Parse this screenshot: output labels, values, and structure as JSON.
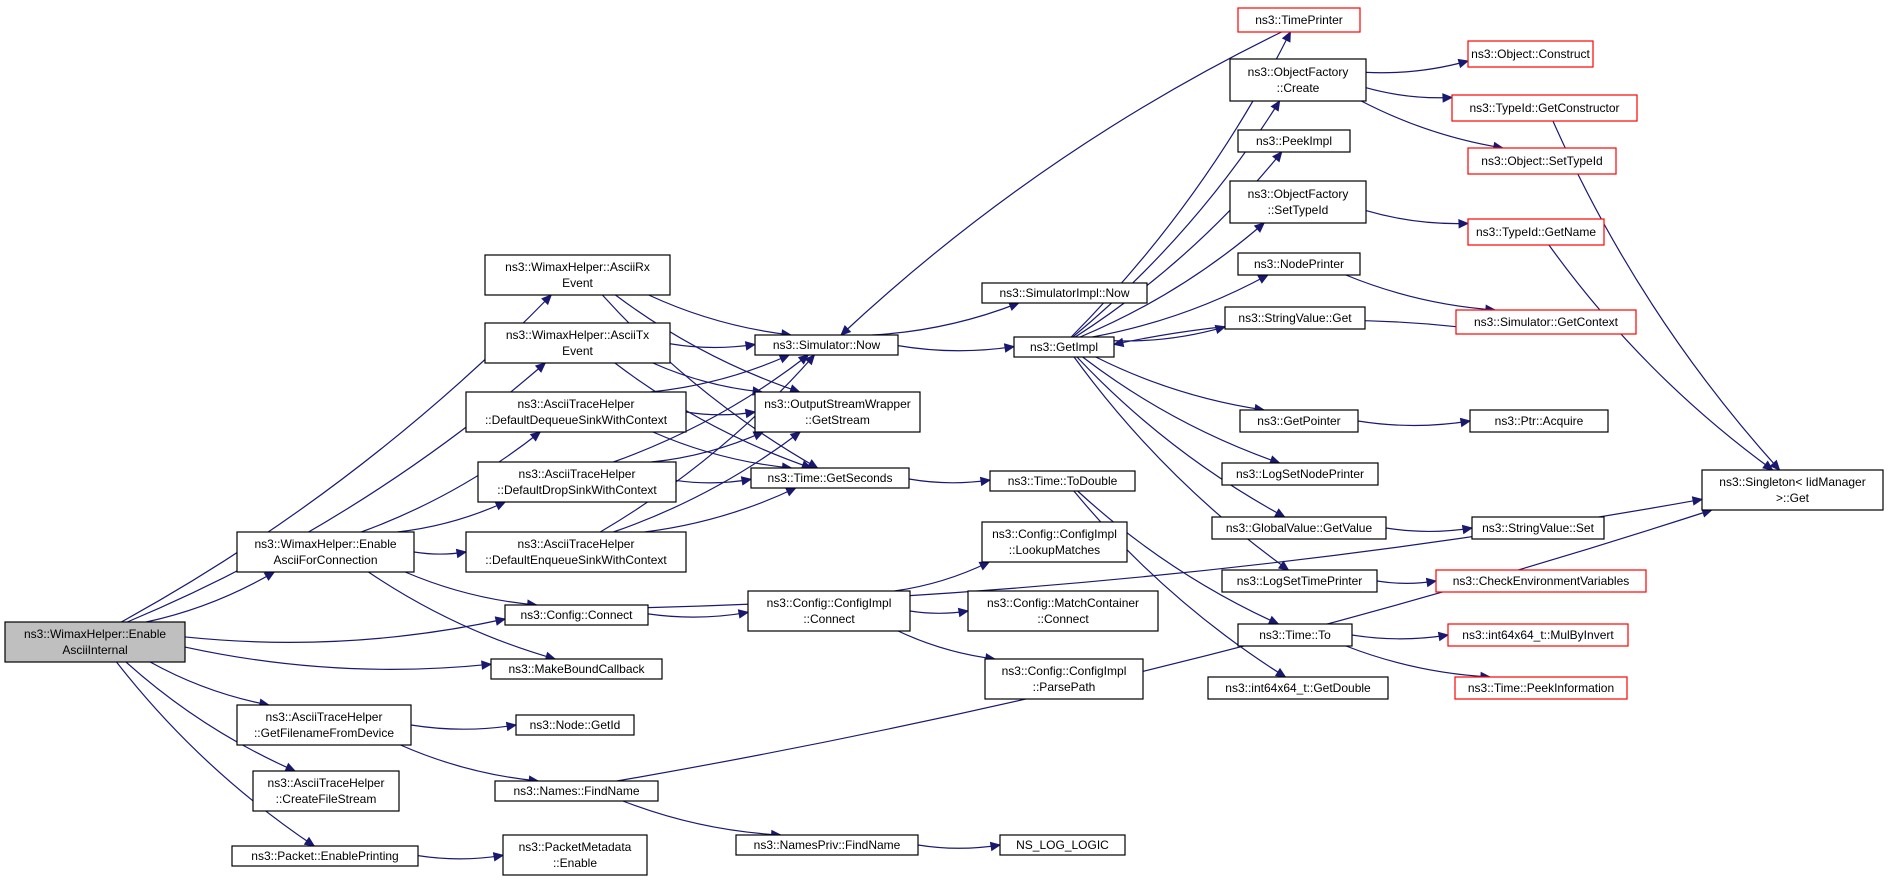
{
  "diagram": {
    "nodes": [
      {
        "id": "root",
        "lines": [
          "ns3::WimaxHelper::Enable",
          "AsciiInternal"
        ],
        "style": "root"
      },
      {
        "id": "rxevent",
        "lines": [
          "ns3::WimaxHelper::AsciiRx",
          "Event"
        ],
        "style": "normal"
      },
      {
        "id": "txevent",
        "lines": [
          "ns3::WimaxHelper::AsciiTx",
          "Event"
        ],
        "style": "normal"
      },
      {
        "id": "dequeue",
        "lines": [
          "ns3::AsciiTraceHelper",
          "::DefaultDequeueSinkWithContext"
        ],
        "style": "normal"
      },
      {
        "id": "drop",
        "lines": [
          "ns3::AsciiTraceHelper",
          "::DefaultDropSinkWithContext"
        ],
        "style": "normal"
      },
      {
        "id": "enableconn",
        "lines": [
          "ns3::WimaxHelper::Enable",
          "AsciiForConnection"
        ],
        "style": "normal"
      },
      {
        "id": "enqueue",
        "lines": [
          "ns3::AsciiTraceHelper",
          "::DefaultEnqueueSinkWithContext"
        ],
        "style": "normal"
      },
      {
        "id": "connect",
        "lines": [
          "ns3::Config::Connect"
        ],
        "style": "normal"
      },
      {
        "id": "makebound",
        "lines": [
          "ns3::MakeBoundCallback"
        ],
        "style": "normal"
      },
      {
        "id": "getfilename",
        "lines": [
          "ns3::AsciiTraceHelper",
          "::GetFilenameFromDevice"
        ],
        "style": "normal"
      },
      {
        "id": "createfile",
        "lines": [
          "ns3::AsciiTraceHelper",
          "::CreateFileStream"
        ],
        "style": "normal"
      },
      {
        "id": "enableprinting",
        "lines": [
          "ns3::Packet::EnablePrinting"
        ],
        "style": "normal"
      },
      {
        "id": "now",
        "lines": [
          "ns3::Simulator::Now"
        ],
        "style": "normal"
      },
      {
        "id": "getstream",
        "lines": [
          "ns3::OutputStreamWrapper",
          "::GetStream"
        ],
        "style": "normal"
      },
      {
        "id": "getseconds",
        "lines": [
          "ns3::Time::GetSeconds"
        ],
        "style": "normal"
      },
      {
        "id": "getid",
        "lines": [
          "ns3::Node::GetId"
        ],
        "style": "normal"
      },
      {
        "id": "findname",
        "lines": [
          "ns3::Names::FindName"
        ],
        "style": "normal"
      },
      {
        "id": "metaenable",
        "lines": [
          "ns3::PacketMetadata",
          "::Enable"
        ],
        "style": "normal"
      },
      {
        "id": "implnow",
        "lines": [
          "ns3::SimulatorImpl::Now"
        ],
        "style": "normal"
      },
      {
        "id": "getimpl",
        "lines": [
          "ns3::GetImpl"
        ],
        "style": "normal"
      },
      {
        "id": "todouble",
        "lines": [
          "ns3::Time::ToDouble"
        ],
        "style": "normal"
      },
      {
        "id": "lookup",
        "lines": [
          "ns3::Config::ConfigImpl",
          "::LookupMatches"
        ],
        "style": "normal"
      },
      {
        "id": "implconnect",
        "lines": [
          "ns3::Config::ConfigImpl",
          "::Connect"
        ],
        "style": "normal"
      },
      {
        "id": "mcconnect",
        "lines": [
          "ns3::Config::MatchContainer",
          "::Connect"
        ],
        "style": "normal"
      },
      {
        "id": "parsepath",
        "lines": [
          "ns3::Config::ConfigImpl",
          "::ParsePath"
        ],
        "style": "normal"
      },
      {
        "id": "privfind",
        "lines": [
          "ns3::NamesPriv::FindName"
        ],
        "style": "normal"
      },
      {
        "id": "nslog",
        "lines": [
          "NS_LOG_LOGIC"
        ],
        "style": "normal"
      },
      {
        "id": "timeprinter",
        "lines": [
          "ns3::TimePrinter"
        ],
        "style": "ext"
      },
      {
        "id": "ofcreate",
        "lines": [
          "ns3::ObjectFactory",
          "::Create"
        ],
        "style": "normal"
      },
      {
        "id": "peekimpl",
        "lines": [
          "ns3::PeekImpl"
        ],
        "style": "normal"
      },
      {
        "id": "ofsettype",
        "lines": [
          "ns3::ObjectFactory",
          "::SetTypeId"
        ],
        "style": "normal"
      },
      {
        "id": "nodeprinter",
        "lines": [
          "ns3::NodePrinter"
        ],
        "style": "normal"
      },
      {
        "id": "strget",
        "lines": [
          "ns3::StringValue::Get"
        ],
        "style": "normal"
      },
      {
        "id": "getpointer",
        "lines": [
          "ns3::GetPointer"
        ],
        "style": "normal"
      },
      {
        "id": "lognodeprinter",
        "lines": [
          "ns3::LogSetNodePrinter"
        ],
        "style": "normal"
      },
      {
        "id": "gvgetvalue",
        "lines": [
          "ns3::GlobalValue::GetValue"
        ],
        "style": "normal"
      },
      {
        "id": "logtimeprinter",
        "lines": [
          "ns3::LogSetTimePrinter"
        ],
        "style": "normal"
      },
      {
        "id": "timeto",
        "lines": [
          "ns3::Time::To"
        ],
        "style": "normal"
      },
      {
        "id": "getdouble",
        "lines": [
          "ns3::int64x64_t::GetDouble"
        ],
        "style": "normal"
      },
      {
        "id": "construct",
        "lines": [
          "ns3::Object::Construct"
        ],
        "style": "ext"
      },
      {
        "id": "getconstructor",
        "lines": [
          "ns3::TypeId::GetConstructor"
        ],
        "style": "ext"
      },
      {
        "id": "objsettype",
        "lines": [
          "ns3::Object::SetTypeId"
        ],
        "style": "ext"
      },
      {
        "id": "gettypename",
        "lines": [
          "ns3::TypeId::GetName"
        ],
        "style": "ext"
      },
      {
        "id": "getcontext",
        "lines": [
          "ns3::Simulator::GetContext"
        ],
        "style": "ext"
      },
      {
        "id": "acquire",
        "lines": [
          "ns3::Ptr::Acquire"
        ],
        "style": "normal"
      },
      {
        "id": "strset",
        "lines": [
          "ns3::StringValue::Set"
        ],
        "style": "normal"
      },
      {
        "id": "checkenv",
        "lines": [
          "ns3::CheckEnvironmentVariables"
        ],
        "style": "ext"
      },
      {
        "id": "mulbyinvert",
        "lines": [
          "ns3::int64x64_t::MulByInvert"
        ],
        "style": "ext"
      },
      {
        "id": "peekinfo",
        "lines": [
          "ns3::Time::PeekInformation"
        ],
        "style": "ext"
      },
      {
        "id": "singleton",
        "lines": [
          "ns3::Singleton< IidManager",
          " >::Get"
        ],
        "style": "normal"
      }
    ],
    "edges": [
      [
        "root",
        "rxevent"
      ],
      [
        "root",
        "txevent"
      ],
      [
        "root",
        "enableconn"
      ],
      [
        "root",
        "connect"
      ],
      [
        "root",
        "makebound"
      ],
      [
        "root",
        "getfilename"
      ],
      [
        "root",
        "createfile"
      ],
      [
        "root",
        "enableprinting"
      ],
      [
        "rxevent",
        "now"
      ],
      [
        "rxevent",
        "getstream"
      ],
      [
        "rxevent",
        "getseconds"
      ],
      [
        "txevent",
        "now"
      ],
      [
        "txevent",
        "getstream"
      ],
      [
        "txevent",
        "getseconds"
      ],
      [
        "dequeue",
        "now"
      ],
      [
        "dequeue",
        "getstream"
      ],
      [
        "dequeue",
        "getseconds"
      ],
      [
        "drop",
        "now"
      ],
      [
        "drop",
        "getstream"
      ],
      [
        "drop",
        "getseconds"
      ],
      [
        "enqueue",
        "now"
      ],
      [
        "enqueue",
        "getstream"
      ],
      [
        "enqueue",
        "getseconds"
      ],
      [
        "enableconn",
        "dequeue"
      ],
      [
        "enableconn",
        "drop"
      ],
      [
        "enableconn",
        "enqueue"
      ],
      [
        "enableconn",
        "connect"
      ],
      [
        "enableconn",
        "makebound"
      ],
      [
        "connect",
        "implconnect"
      ],
      [
        "connect",
        "singleton"
      ],
      [
        "getfilename",
        "getid"
      ],
      [
        "getfilename",
        "findname"
      ],
      [
        "findname",
        "privfind"
      ],
      [
        "findname",
        "singleton"
      ],
      [
        "privfind",
        "nslog"
      ],
      [
        "enableprinting",
        "metaenable"
      ],
      [
        "now",
        "implnow"
      ],
      [
        "now",
        "getimpl"
      ],
      [
        "getseconds",
        "todouble"
      ],
      [
        "todouble",
        "timeto"
      ],
      [
        "todouble",
        "getdouble"
      ],
      [
        "implconnect",
        "lookup"
      ],
      [
        "implconnect",
        "mcconnect"
      ],
      [
        "implconnect",
        "parsepath"
      ],
      [
        "getimpl",
        "timeprinter"
      ],
      [
        "getimpl",
        "ofcreate"
      ],
      [
        "getimpl",
        "peekimpl"
      ],
      [
        "getimpl",
        "ofsettype"
      ],
      [
        "getimpl",
        "nodeprinter"
      ],
      [
        "getimpl",
        "strget"
      ],
      [
        "getimpl",
        "getpointer"
      ],
      [
        "getimpl",
        "lognodeprinter"
      ],
      [
        "getimpl",
        "gvgetvalue"
      ],
      [
        "getimpl",
        "logtimeprinter"
      ],
      [
        "timeprinter",
        "now"
      ],
      [
        "getcontext",
        "getimpl"
      ],
      [
        "ofcreate",
        "construct"
      ],
      [
        "ofcreate",
        "getconstructor"
      ],
      [
        "ofcreate",
        "objsettype"
      ],
      [
        "ofsettype",
        "gettypename"
      ],
      [
        "nodeprinter",
        "getcontext"
      ],
      [
        "getpointer",
        "acquire"
      ],
      [
        "gvgetvalue",
        "strset"
      ],
      [
        "logtimeprinter",
        "checkenv"
      ],
      [
        "timeto",
        "mulbyinvert"
      ],
      [
        "timeto",
        "peekinfo"
      ],
      [
        "getconstructor",
        "singleton"
      ],
      [
        "gettypename",
        "singleton"
      ]
    ]
  }
}
